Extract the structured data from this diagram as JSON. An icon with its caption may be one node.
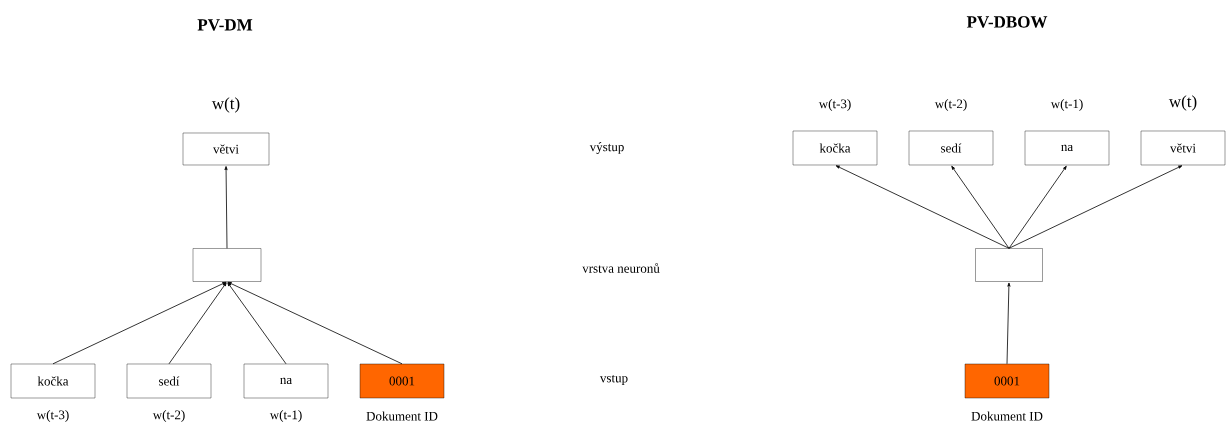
{
  "diagram": {
    "nodes": [
      {
        "text": [
          "větvi"
        ],
        "beside": [
          "w(t)"
        ]
      },
      {
        "text": [],
        "shape": "box"
      },
      {
        "text": [
          "kočka"
        ],
        "beside": [
          "w(t-3)"
        ]
      },
      {
        "text": [
          "sedí"
        ],
        "beside": [
          "w(t-2)"
        ]
      },
      {
        "text": [
          "na"
        ],
        "beside": [
          "w(t-1)"
        ]
      },
      {
        "text": [
          "0001"
        ],
        "beside": [
          "Dokument ID"
        ]
      },
      {
        "text": [
          "kočka"
        ],
        "beside": [
          "w(t-3)"
        ]
      },
      {
        "text": [
          "sedí"
        ],
        "beside": [
          "w(t-2)"
        ]
      },
      {
        "text": [
          "na"
        ],
        "beside": [
          "w(t-1)"
        ]
      },
      {
        "text": [
          "větvi"
        ],
        "beside": [
          "w(t)"
        ]
      },
      {
        "text": [],
        "shape": "box"
      },
      {
        "text": [
          "0001"
        ],
        "beside": [
          "Dokument ID"
        ]
      }
    ],
    "edges": [
      {
        "from": 1,
        "to": 0,
        "arrow": "to"
      },
      {
        "from": 2,
        "to": 1,
        "arrow": "to"
      },
      {
        "from": 3,
        "to": 1,
        "arrow": "to"
      },
      {
        "from": 4,
        "to": 1,
        "arrow": "to"
      },
      {
        "from": 5,
        "to": 1,
        "arrow": "to"
      },
      {
        "from": 10,
        "to": 6,
        "arrow": "to"
      },
      {
        "from": 10,
        "to": 7,
        "arrow": "to"
      },
      {
        "from": 10,
        "to": 8,
        "arrow": "to"
      },
      {
        "from": 10,
        "to": 9,
        "arrow": "to"
      },
      {
        "from": 11,
        "to": 10,
        "arrow": "to"
      }
    ],
    "labels": [
      "PV-DM",
      "PV-DBOW",
      "výstup",
      "vrstva neuronů",
      "vstup"
    ]
  }
}
